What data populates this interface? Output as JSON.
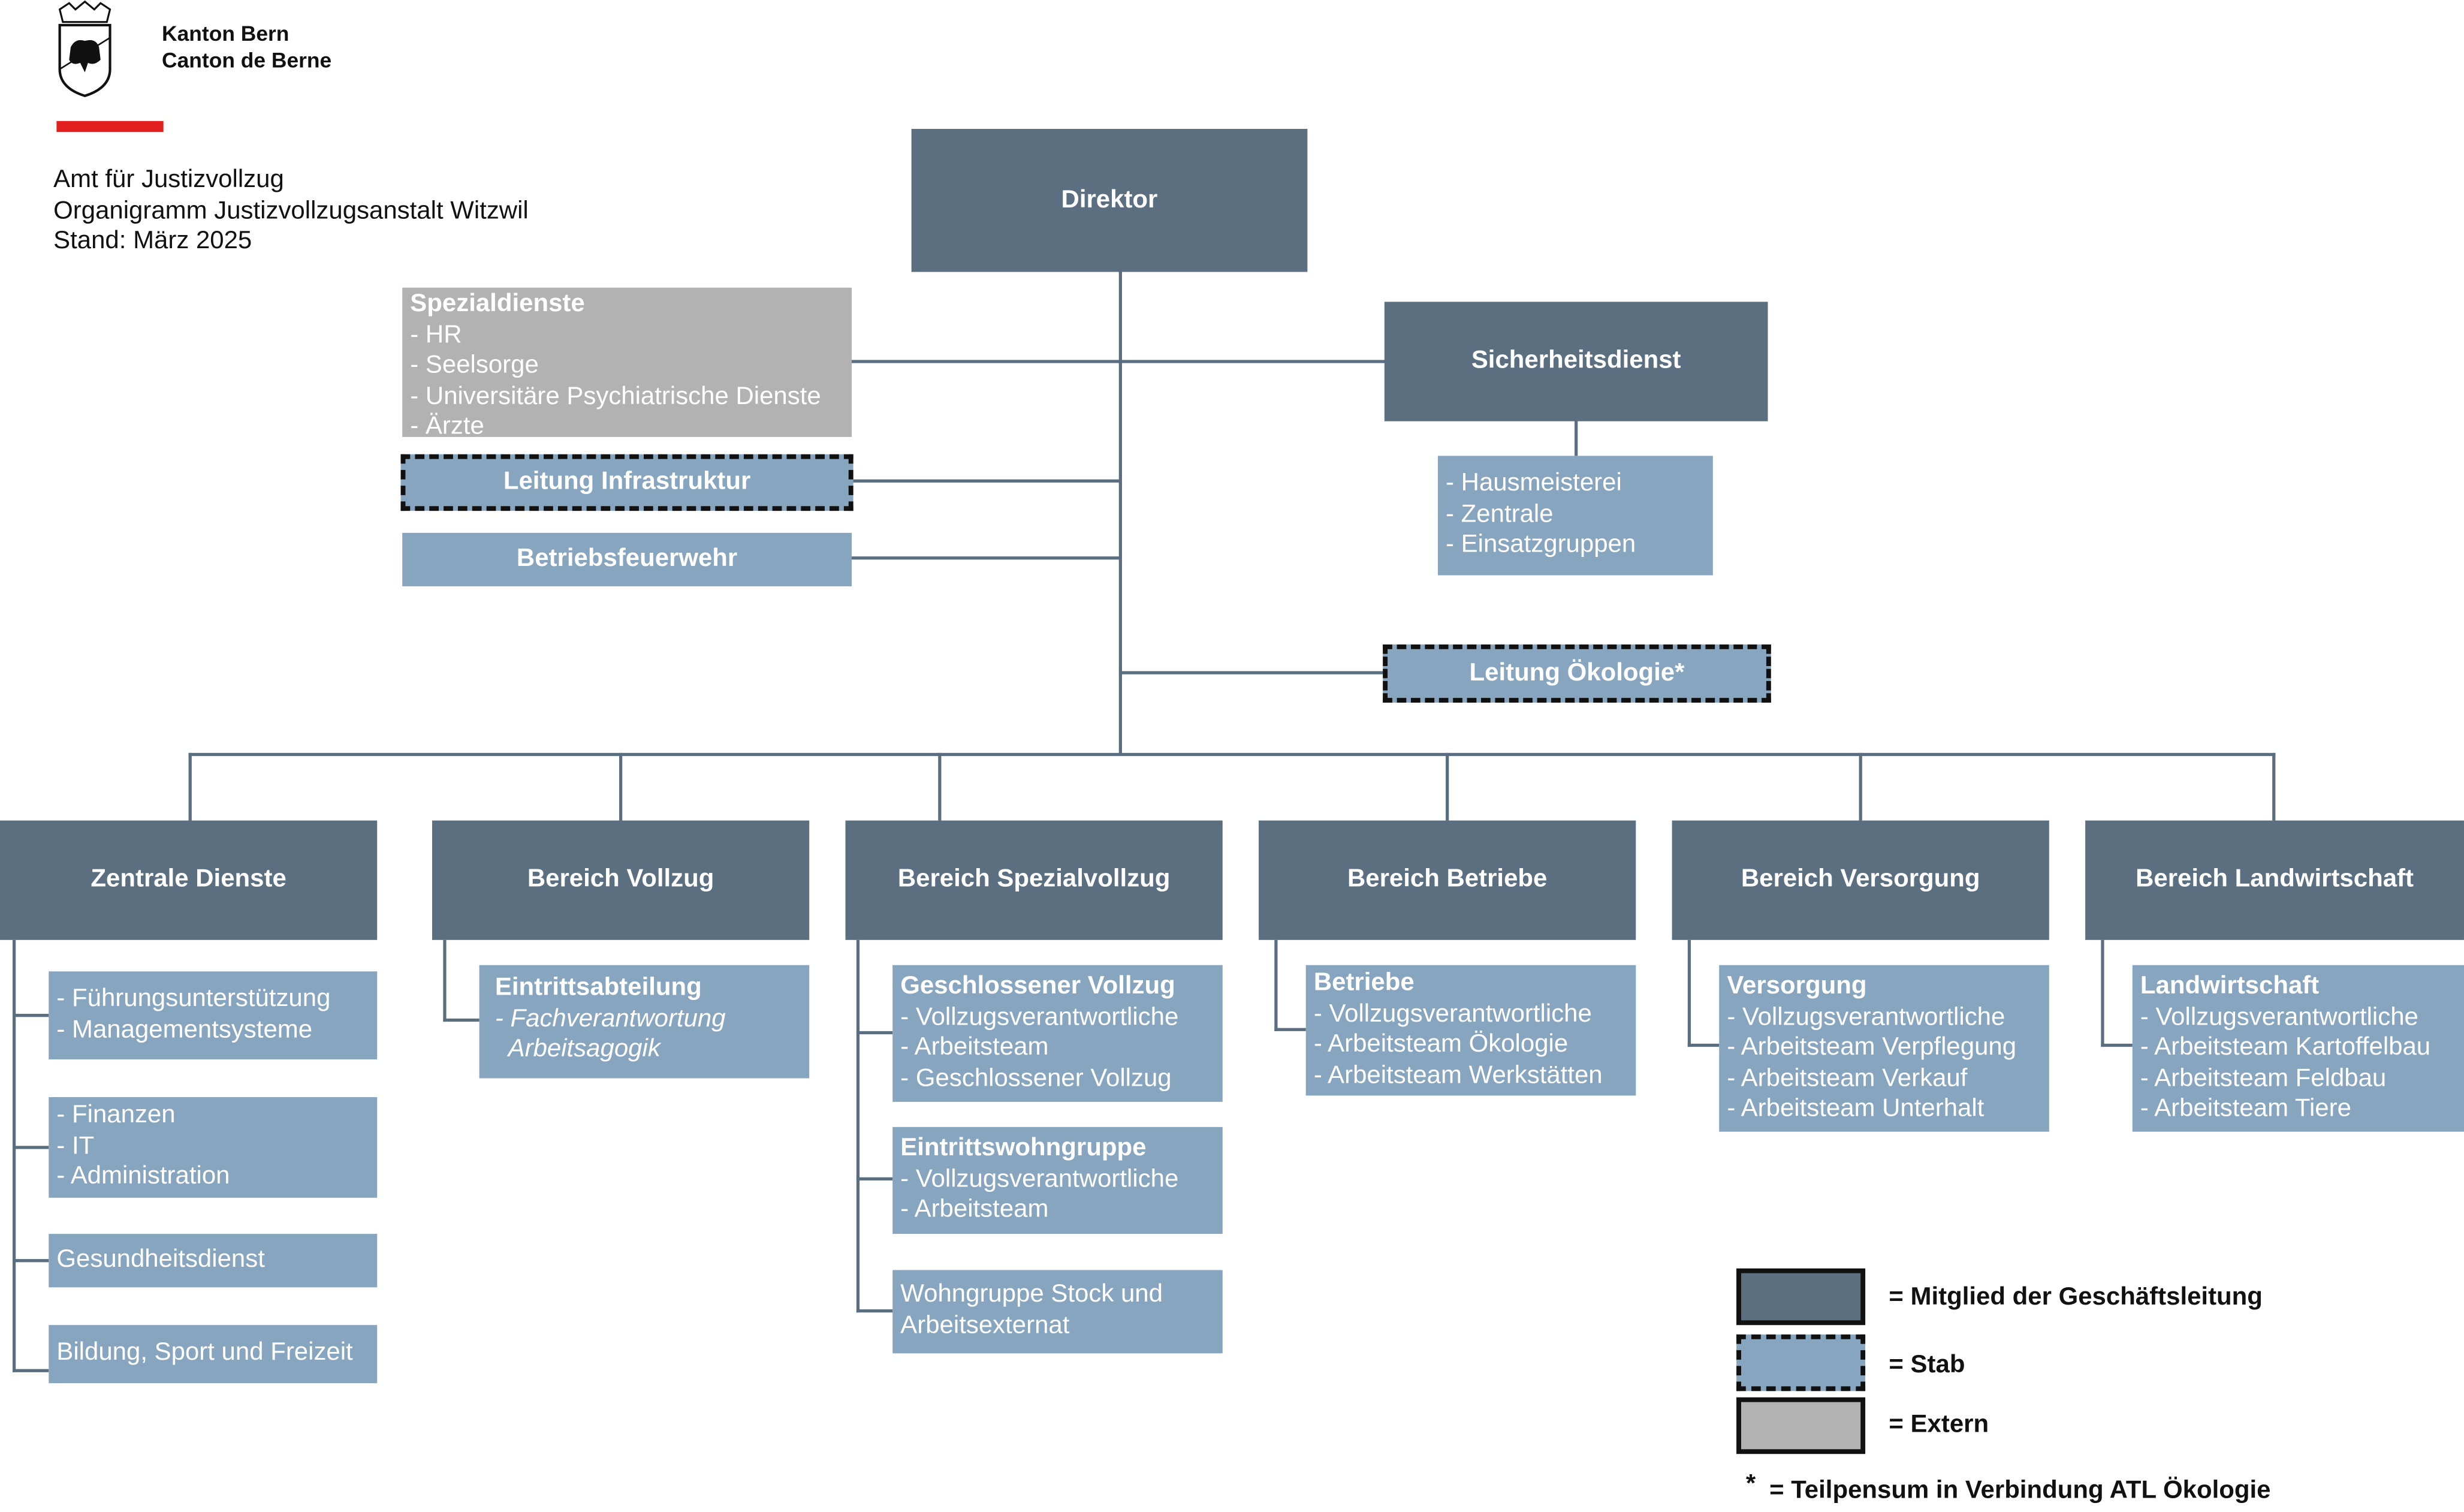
{
  "header": {
    "logo_line1": "Kanton Bern",
    "logo_line2": "Canton de Berne",
    "office": "Amt für Justizvollzug",
    "title": "Organigramm Justizvollzugsanstalt Witzwil",
    "date": "Stand: März 2025"
  },
  "colors": {
    "management": "#5b6f80",
    "stab": "#87a5bf",
    "extern": "#b2b2b2",
    "accent_red": "#e1201f"
  },
  "direktor": "Direktor",
  "spezialdienste": {
    "title": "Spezialdienste",
    "items": [
      "- HR",
      "- Seelsorge",
      "- Universitäre Psychiatrische Dienste",
      "- Ärzte"
    ]
  },
  "leitung_infrastruktur": "Leitung Infrastruktur",
  "betriebsfeuerwehr": "Betriebsfeuerwehr",
  "sicherheitsdienst": {
    "title": "Sicherheitsdienst",
    "items": [
      "- Hausmeisterei",
      "- Zentrale",
      "- Einsatzgruppen"
    ]
  },
  "leitung_oekologie": "Leitung Ökologie*",
  "bereiche": {
    "zentrale": {
      "title": "Zentrale Dienste",
      "box1": [
        "- Führungsunterstützung",
        "- Managementsysteme"
      ],
      "box2": [
        "- Finanzen",
        "- IT",
        "- Administration"
      ],
      "box3": "Gesundheitsdienst",
      "box4": "Bildung, Sport und Freizeit"
    },
    "vollzug": {
      "title": "Bereich Vollzug",
      "sub_title": "Eintrittsabteilung",
      "sub_items": [
        "- Fachverantwortung",
        "  Arbeitsagogik"
      ]
    },
    "spezialvollzug": {
      "title": "Bereich Spezialvollzug",
      "sub1_title": "Geschlossener Vollzug",
      "sub1_items": [
        "- Vollzugsverantwortliche",
        "- Arbeitsteam",
        "- Geschlossener Vollzug"
      ],
      "sub2_title": "Eintrittswohngruppe",
      "sub2_items": [
        "- Vollzugsverantwortliche",
        "- Arbeitsteam"
      ],
      "sub3": [
        "Wohngruppe Stock und",
        "Arbeitsexternat"
      ]
    },
    "betriebe": {
      "title": "Bereich Betriebe",
      "sub_title": "Betriebe",
      "sub_items": [
        "- Vollzugsverantwortliche",
        "- Arbeitsteam Ökologie",
        "- Arbeitsteam Werkstätten"
      ]
    },
    "versorgung": {
      "title": "Bereich Versorgung",
      "sub_title": "Versorgung",
      "sub_items": [
        "- Vollzugsverantwortliche",
        "- Arbeitsteam Verpflegung",
        "- Arbeitsteam Verkauf",
        "- Arbeitsteam Unterhalt"
      ]
    },
    "landwirtschaft": {
      "title": "Bereich Landwirtschaft",
      "sub_title": "Landwirtschaft",
      "sub_items": [
        "- Vollzugsverantwortliche",
        "- Arbeitsteam Kartoffelbau",
        "- Arbeitsteam Feldbau",
        "- Arbeitsteam Tiere"
      ]
    }
  },
  "legend": {
    "management": "= Mitglied der Geschäftsleitung",
    "stab": "= Stab",
    "extern": "= Extern",
    "footnote_mark": "*",
    "footnote": "= Teilpensum in Verbindung ATL Ökologie"
  }
}
